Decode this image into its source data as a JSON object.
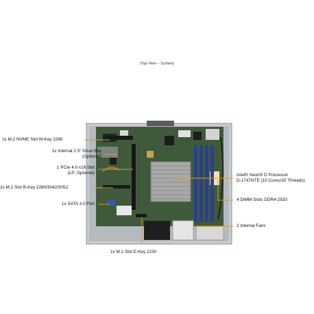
{
  "view_title": "(Top View – System)",
  "callouts_left": [
    {
      "id": "nvme",
      "lines": [
        "1x M.2 NVME Slot M-Key 2280"
      ]
    },
    {
      "id": "drive-bay",
      "lines": [
        "1x Internal 2.5\" Drive Bay",
        "(Optional)"
      ]
    },
    {
      "id": "pcie",
      "lines": [
        "1 PCIe 4.0 x16 Slot",
        "(LP; Optional)"
      ]
    },
    {
      "id": "m2b",
      "lines": [
        "1x M.2 Slot B-Key 2280/3042/3052"
      ]
    },
    {
      "id": "sata",
      "lines": [
        "1x SATA 3.0 Port"
      ]
    }
  ],
  "callouts_right": [
    {
      "id": "cpu",
      "lines": [
        "Intel® Xeon® D Processor",
        "D-1747NTE (10 Cores/20 Threads)"
      ]
    },
    {
      "id": "dimm",
      "lines": [
        "4 DIMM Slots DDR4-2933"
      ]
    },
    {
      "id": "fans",
      "lines": [
        "2 Internal Fans"
      ]
    }
  ],
  "callouts_bottom": [
    {
      "id": "m2e",
      "lines": [
        "1x M.2 Slot E-Key 2230"
      ]
    }
  ],
  "colors": {
    "callout_line": "#d6a021",
    "pcb": "#3f5a3a",
    "chassis": "#c9cdd1",
    "heatsink": "#a8a8a8",
    "dimm": "#2a3f8f"
  }
}
